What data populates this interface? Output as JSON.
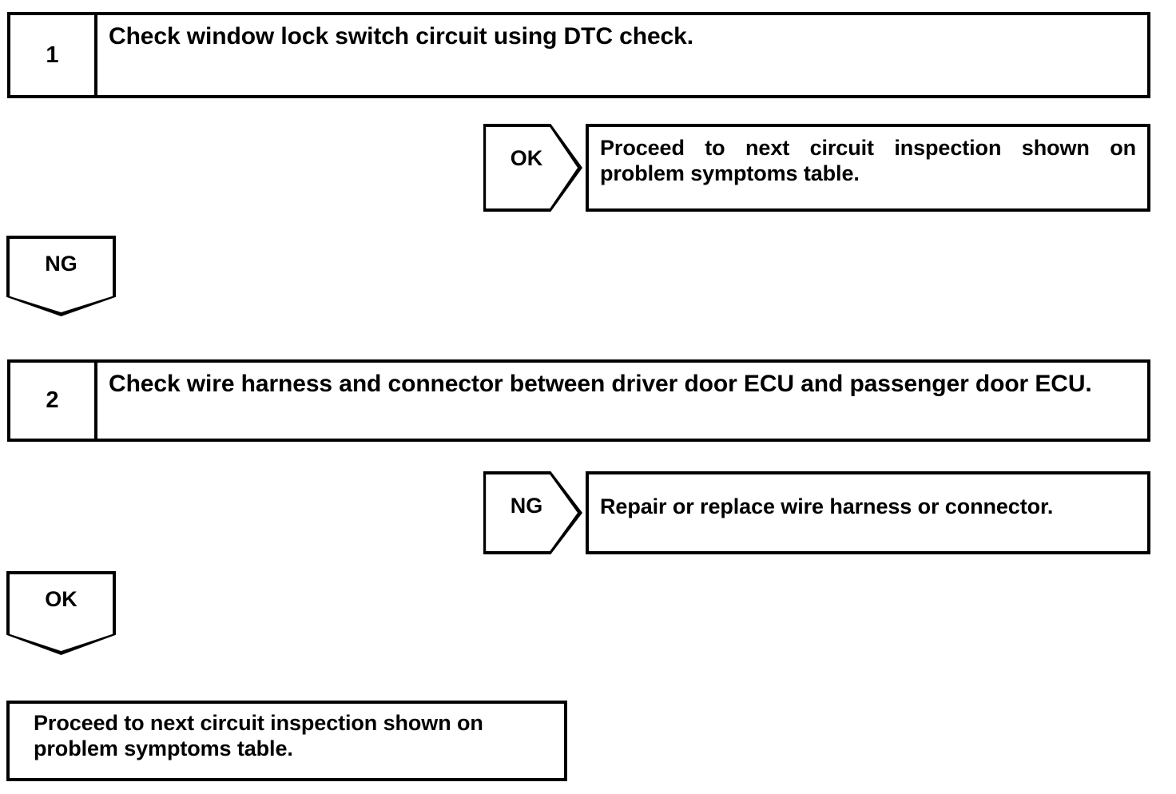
{
  "flowchart": {
    "steps": [
      {
        "number": "1",
        "text": "Check window lock switch circuit using DTC check."
      },
      {
        "number": "2",
        "text": "Check wire harness and connector between driver door ECU and passenger door ECU."
      }
    ],
    "branches": [
      {
        "label": "OK",
        "direction": "right",
        "result": "Proceed to next circuit inspection shown on problem symptoms table."
      },
      {
        "label": "NG",
        "direction": "down",
        "result": ""
      },
      {
        "label": "NG",
        "direction": "right",
        "result": "Repair or replace wire harness or connector."
      },
      {
        "label": "OK",
        "direction": "down",
        "result": ""
      }
    ],
    "final": {
      "text": "Proceed to next circuit inspection shown on problem symptoms table."
    }
  },
  "colors": {
    "line": "#000000",
    "background": "#ffffff",
    "text": "#000000"
  }
}
